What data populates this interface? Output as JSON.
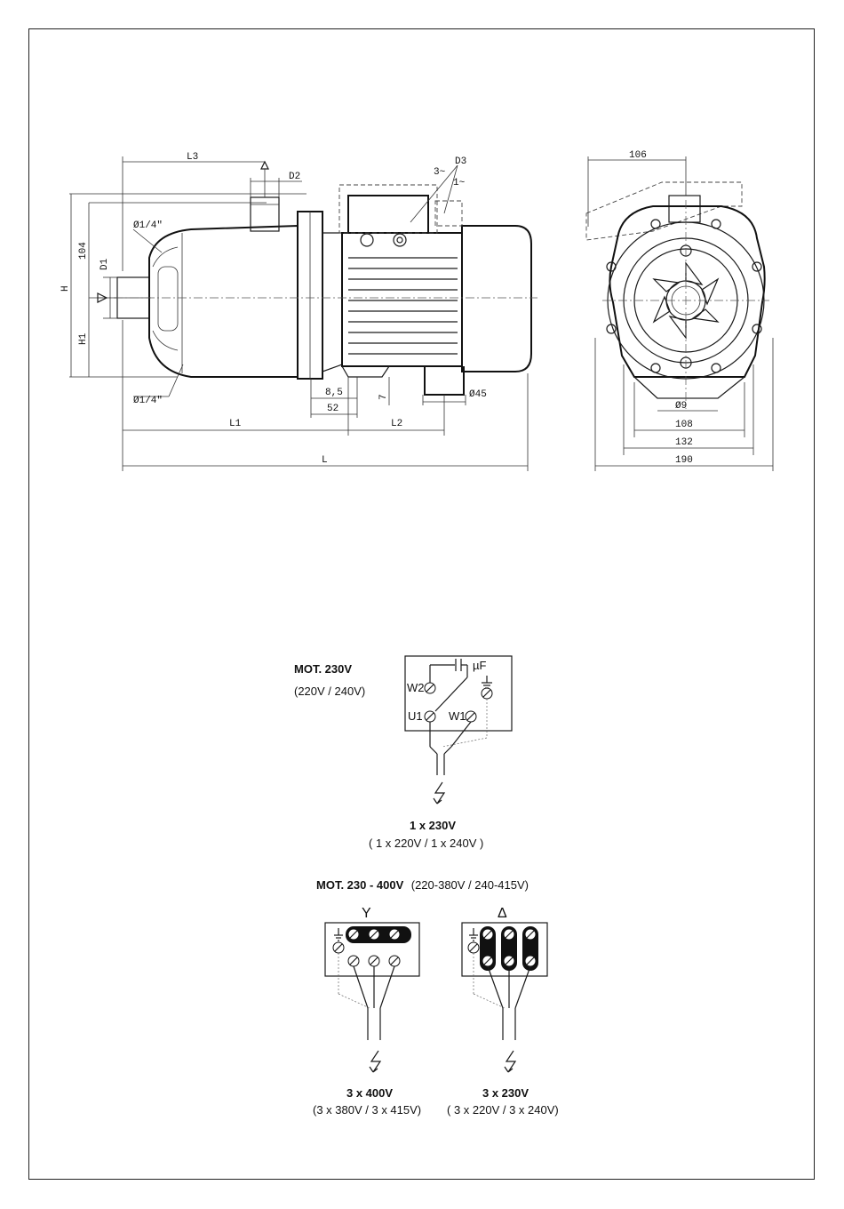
{
  "drawing": {
    "side_view_dims": {
      "L3": "L3",
      "D2": "D2",
      "D3": "D3",
      "three_phase": "3~",
      "single_phase": "1~",
      "d104": "104",
      "D1": "D1",
      "H": "H",
      "H1": "H1",
      "thread_top": "Ø1/4\"",
      "thread_bottom": "Ø1/4\"",
      "d8_5": "8,5",
      "d7": "7",
      "d52": "52",
      "d45": "Ø45",
      "L1": "L1",
      "L2": "L2",
      "L": "L"
    },
    "front_view_dims": {
      "d106": "106",
      "d9": "Ø9",
      "d108": "108",
      "d132": "132",
      "d190": "190"
    }
  },
  "wiring": {
    "single": {
      "motor_label": "MOT. 230V",
      "motor_alt": "(220V / 240V)",
      "cap_label": "µF",
      "t_w2": "W2",
      "t_u1": "U1",
      "t_w1": "W1",
      "supply": "1 x 230V",
      "supply_alt": "( 1 x 220V / 1 x 240V )"
    },
    "three": {
      "motor_label_bold": "MOT. 230 - 400V",
      "motor_label_alt": "(220-380V / 240-415V)",
      "star_symbol": "Y",
      "delta_symbol": "Δ",
      "star_supply": "3 x 400V",
      "star_supply_alt": "(3 x 380V / 3 x 415V)",
      "delta_supply": "3 x 230V",
      "delta_supply_alt": "( 3 x 220V / 3 x 240V)"
    }
  }
}
